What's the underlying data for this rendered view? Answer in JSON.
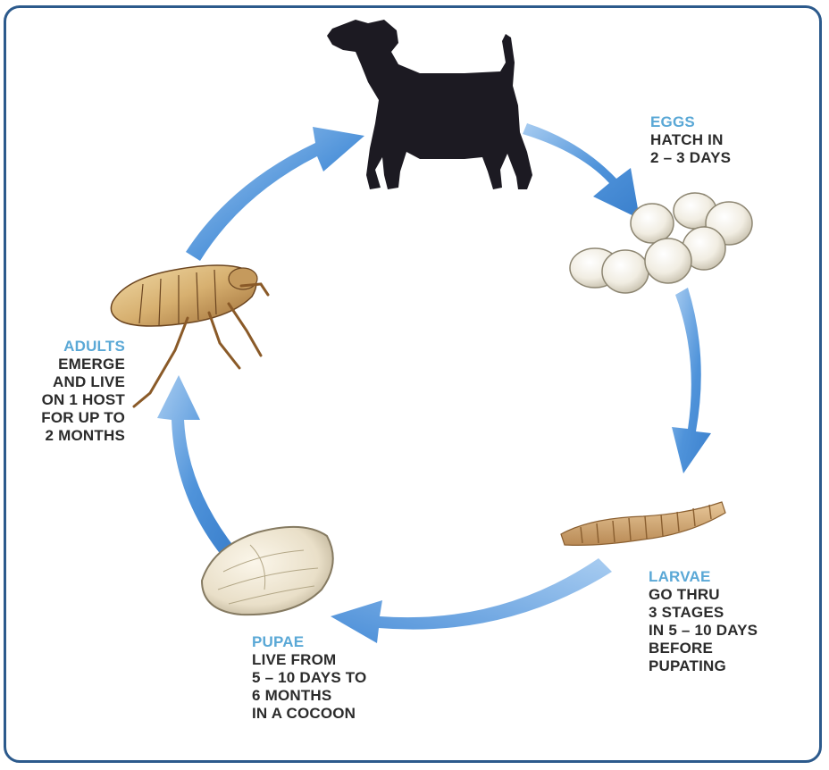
{
  "stages": [
    {
      "id": "eggs",
      "title": "EGGS",
      "lines": [
        "HATCH IN",
        "2 – 3 DAYS"
      ]
    },
    {
      "id": "larvae",
      "title": "LARVAE",
      "lines": [
        "GO THRU",
        "3 STAGES",
        "IN 5 – 10 DAYS",
        "BEFORE",
        "PUPATING"
      ]
    },
    {
      "id": "pupae",
      "title": "PUPAE",
      "lines": [
        "LIVE FROM",
        "5 – 10 DAYS TO",
        "6 MONTHS",
        "IN A COCOON"
      ]
    },
    {
      "id": "adults",
      "title": "ADULTS",
      "lines": [
        "EMERGE",
        "AND LIVE",
        "ON 1 HOST",
        "FOR UP TO",
        "2 MONTHS"
      ]
    }
  ],
  "colors": {
    "frame": "#2c5a8c",
    "arrow": "#4f93da",
    "arrow_light": "#a9cdf1",
    "heading": "#5aa8d6",
    "text": "#2b2b2b",
    "dog": "#1c1a22"
  },
  "icons": [
    "dog-silhouette-icon",
    "flea-eggs-icon",
    "flea-larva-icon",
    "flea-pupa-icon",
    "adult-flea-icon",
    "cycle-arrow-icon"
  ]
}
